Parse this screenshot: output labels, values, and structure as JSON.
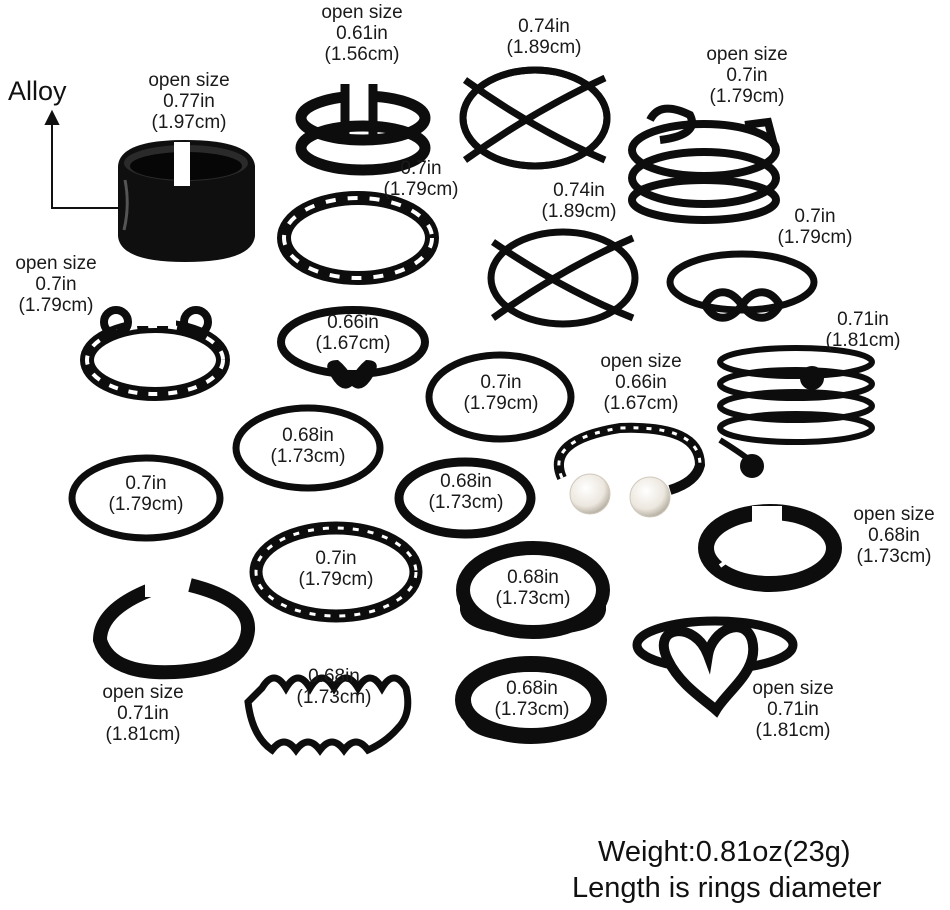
{
  "material_label": "Alloy",
  "rings": [
    {
      "name": "wide-band-ring",
      "lines": [
        "open size",
        "0.77in",
        "(1.97cm)"
      ]
    },
    {
      "name": "double-band-open-ring",
      "lines": [
        "open size",
        "0.61in",
        "(1.56cm)"
      ]
    },
    {
      "name": "criss-cross-ring-top",
      "lines": [
        "0.74in",
        "(1.89cm)"
      ]
    },
    {
      "name": "triple-wrap-open-ring",
      "lines": [
        "open size",
        "0.7in",
        "(1.79cm)"
      ]
    },
    {
      "name": "chain-link-ring",
      "lines": [
        "0.7in",
        "(1.79cm)"
      ]
    },
    {
      "name": "criss-cross-ring-middle",
      "lines": [
        "0.74in",
        "(1.89cm)"
      ]
    },
    {
      "name": "infinity-ring",
      "lines": [
        "0.7in",
        "(1.79cm)"
      ]
    },
    {
      "name": "open-chain-ring",
      "lines": [
        "open size",
        "0.7in",
        "(1.79cm)"
      ]
    },
    {
      "name": "butterfly-ring",
      "lines": [
        "0.66in",
        "(1.67cm)"
      ]
    },
    {
      "name": "spiral-coil-ring",
      "lines": [
        "0.71in",
        "(1.81cm)"
      ]
    },
    {
      "name": "textured-thin-ring",
      "lines": [
        "0.7in",
        "(1.79cm)"
      ]
    },
    {
      "name": "pearl-twist-open-ring",
      "lines": [
        "open size",
        "0.66in",
        "(1.67cm)"
      ]
    },
    {
      "name": "plain-thin-ring-a",
      "lines": [
        "0.68in",
        "(1.73cm)"
      ]
    },
    {
      "name": "plain-thin-ring-b",
      "lines": [
        "0.7in",
        "(1.79cm)"
      ]
    },
    {
      "name": "plain-thin-ring-c",
      "lines": [
        "0.68in",
        "(1.73cm)"
      ]
    },
    {
      "name": "heart-cutout-open-ring",
      "lines": [
        "open size",
        "0.68in",
        "(1.73cm)"
      ]
    },
    {
      "name": "twisted-rope-ring",
      "lines": [
        "0.7in",
        "(1.79cm)"
      ]
    },
    {
      "name": "flat-band-ring-a",
      "lines": [
        "0.68in",
        "(1.73cm)"
      ]
    },
    {
      "name": "twist-open-ring",
      "lines": [
        "open size",
        "0.71in",
        "(1.81cm)"
      ]
    },
    {
      "name": "wavy-ring",
      "lines": [
        "0.68in",
        "(1.73cm)"
      ]
    },
    {
      "name": "flat-band-ring-b",
      "lines": [
        "0.68in",
        "(1.73cm)"
      ]
    },
    {
      "name": "heart-open-ring",
      "lines": [
        "open size",
        "0.71in",
        "(1.81cm)"
      ]
    }
  ],
  "footer": {
    "weight": "Weight:0.81oz(23g)",
    "note": "Length is rings diameter"
  },
  "colors": {
    "ring": "#0d0d0d",
    "pearl": "#f3efe8",
    "background": "#ffffff"
  }
}
